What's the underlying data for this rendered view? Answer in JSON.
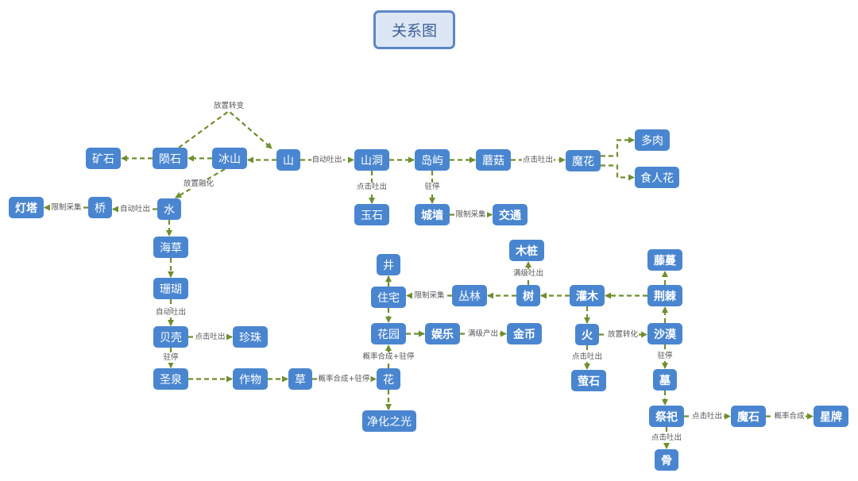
{
  "title": "关系图",
  "colors": {
    "node": "#4a86d0",
    "edge": "#6e8f2e",
    "title_border": "#5b87c7",
    "title_fill": "#dce6f4"
  },
  "nodes": {
    "kuangshi": {
      "label": "矿石"
    },
    "yunshi": {
      "label": "陨石"
    },
    "bingshan": {
      "label": "冰山"
    },
    "shan": {
      "label": "山"
    },
    "shandong": {
      "label": "山洞"
    },
    "daoyu": {
      "label": "岛屿"
    },
    "mogu": {
      "label": "蘑菇"
    },
    "mohua": {
      "label": "魔花"
    },
    "duorou": {
      "label": "多肉"
    },
    "shirenhua": {
      "label": "食人花"
    },
    "yushi": {
      "label": "玉石"
    },
    "chengqiang": {
      "label": "城墙"
    },
    "jiaotong": {
      "label": "交通"
    },
    "dengta": {
      "label": "灯塔"
    },
    "qiao": {
      "label": "桥"
    },
    "shui": {
      "label": "水"
    },
    "haicao": {
      "label": "海草"
    },
    "shanhu": {
      "label": "珊瑚"
    },
    "beike": {
      "label": "贝壳"
    },
    "zhenzhu": {
      "label": "珍珠"
    },
    "shengquan": {
      "label": "圣泉"
    },
    "zuowu": {
      "label": "作物"
    },
    "cao": {
      "label": "草"
    },
    "hua": {
      "label": "花"
    },
    "jinghua": {
      "label": "净化之光"
    },
    "huayuan": {
      "label": "花园"
    },
    "zhuzhai": {
      "label": "住宅"
    },
    "jing": {
      "label": "井"
    },
    "yule": {
      "label": "娱乐"
    },
    "jinbi": {
      "label": "金币"
    },
    "conglin": {
      "label": "丛林"
    },
    "shu": {
      "label": "树"
    },
    "muzhuang": {
      "label": "木桩"
    },
    "guanmu": {
      "label": "灌木"
    },
    "huo": {
      "label": "火"
    },
    "yingshi": {
      "label": "萤石"
    },
    "jingji": {
      "label": "荆棘"
    },
    "tengman": {
      "label": "藤蔓"
    },
    "shamo": {
      "label": "沙漠"
    },
    "mu": {
      "label": "墓"
    },
    "jisi": {
      "label": "祭祀"
    },
    "gu": {
      "label": "骨"
    },
    "moshi": {
      "label": "魔石"
    },
    "xingpai": {
      "label": "星牌"
    }
  },
  "edges": [
    {
      "from": "yunshi",
      "to": "kuangshi",
      "label": ""
    },
    {
      "from": "bingshan",
      "to": "yunshi",
      "label": ""
    },
    {
      "from": "shan",
      "to": "bingshan",
      "label": ""
    },
    {
      "from": "yunshi",
      "to": "shan",
      "label": "放置转变"
    },
    {
      "from": "shan",
      "to": "shandong",
      "label": "自动吐出"
    },
    {
      "from": "shandong",
      "to": "daoyu",
      "label": ""
    },
    {
      "from": "daoyu",
      "to": "mogu",
      "label": ""
    },
    {
      "from": "mogu",
      "to": "mohua",
      "label": "点击吐出"
    },
    {
      "from": "mohua",
      "to": "duorou",
      "label": ""
    },
    {
      "from": "mohua",
      "to": "shirenhua",
      "label": ""
    },
    {
      "from": "shandong",
      "to": "yushi",
      "label": "点击吐出"
    },
    {
      "from": "daoyu",
      "to": "chengqiang",
      "label": "驻停"
    },
    {
      "from": "chengqiang",
      "to": "jiaotong",
      "label": "限制采集"
    },
    {
      "from": "bingshan",
      "to": "shui",
      "label": "放置融化"
    },
    {
      "from": "shui",
      "to": "qiao",
      "label": "自动吐出"
    },
    {
      "from": "qiao",
      "to": "dengta",
      "label": "限制采集"
    },
    {
      "from": "shui",
      "to": "haicao",
      "label": ""
    },
    {
      "from": "haicao",
      "to": "shanhu",
      "label": ""
    },
    {
      "from": "shanhu",
      "to": "beike",
      "label": "自动吐出"
    },
    {
      "from": "beike",
      "to": "zhenzhu",
      "label": "点击吐出"
    },
    {
      "from": "beike",
      "to": "shengquan",
      "label": "驻停"
    },
    {
      "from": "shengquan",
      "to": "zuowu",
      "label": ""
    },
    {
      "from": "zuowu",
      "to": "cao",
      "label": ""
    },
    {
      "from": "cao",
      "to": "hua",
      "label": "概率合成+驻停"
    },
    {
      "from": "hua",
      "to": "jinghua",
      "label": ""
    },
    {
      "from": "hua",
      "to": "huayuan",
      "label": "概率合成+驻停"
    },
    {
      "from": "zhuzhai",
      "to": "huayuan",
      "label": ""
    },
    {
      "from": "zhuzhai",
      "to": "jing",
      "label": ""
    },
    {
      "from": "huayuan",
      "to": "yule",
      "label": ""
    },
    {
      "from": "yule",
      "to": "jinbi",
      "label": "满级产出"
    },
    {
      "from": "conglin",
      "to": "zhuzhai",
      "label": "限制采集"
    },
    {
      "from": "shu",
      "to": "conglin",
      "label": ""
    },
    {
      "from": "shu",
      "to": "muzhuang",
      "label": "满级吐出"
    },
    {
      "from": "guanmu",
      "to": "shu",
      "label": ""
    },
    {
      "from": "jingji",
      "to": "guanmu",
      "label": ""
    },
    {
      "from": "jingji",
      "to": "tengman",
      "label": ""
    },
    {
      "from": "guanmu",
      "to": "huo",
      "label": ""
    },
    {
      "from": "huo",
      "to": "shamo",
      "label": "放置转化"
    },
    {
      "from": "huo",
      "to": "yingshi",
      "label": "点击吐出"
    },
    {
      "from": "shamo",
      "to": "jingji",
      "label": ""
    },
    {
      "from": "shamo",
      "to": "mu",
      "label": "驻停"
    },
    {
      "from": "mu",
      "to": "jisi",
      "label": ""
    },
    {
      "from": "jisi",
      "to": "moshi",
      "label": "点击吐出"
    },
    {
      "from": "moshi",
      "to": "xingpai",
      "label": "概率合成"
    },
    {
      "from": "jisi",
      "to": "gu",
      "label": "点击吐出"
    }
  ]
}
